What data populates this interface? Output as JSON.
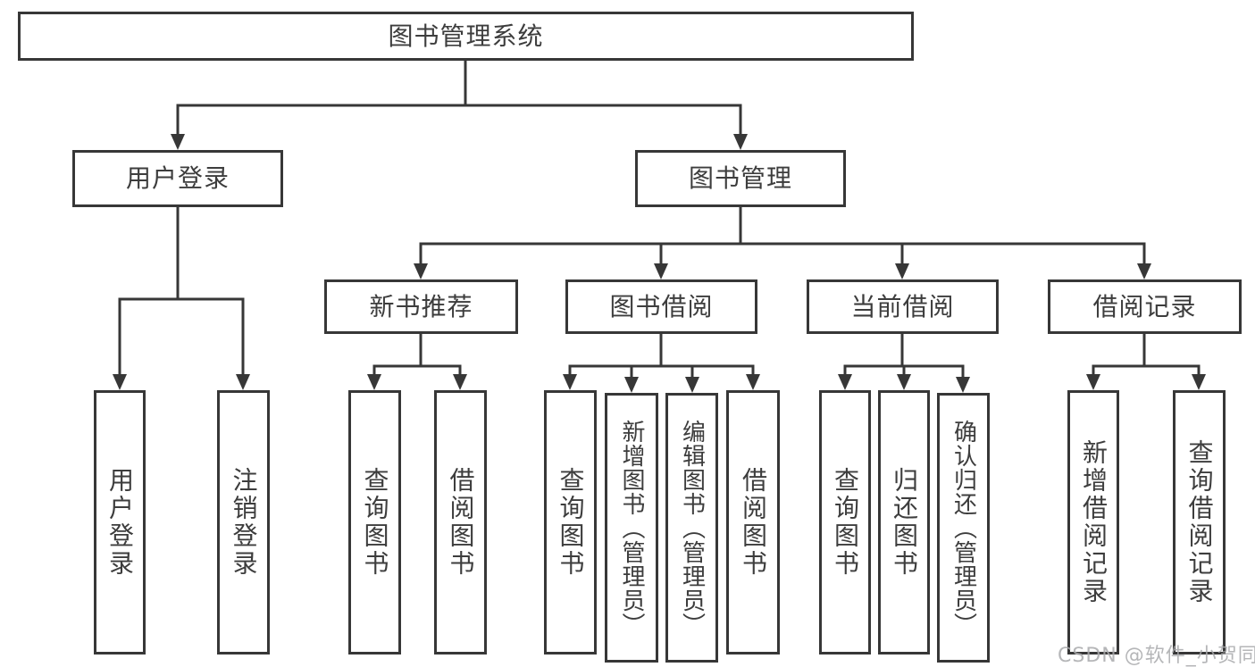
{
  "tree": {
    "root": {
      "label": "图书管理系统"
    },
    "login": {
      "label": "用户登录",
      "children": [
        "用户登录",
        "注销登录"
      ]
    },
    "mgmt": {
      "label": "图书管理",
      "modules": [
        {
          "label": "新书推荐",
          "children": [
            "查询图书",
            "借阅图书"
          ]
        },
        {
          "label": "图书借阅",
          "children": [
            "查询图书",
            "新增图书（管理员）",
            "编辑图书（管理员）",
            "借阅图书"
          ]
        },
        {
          "label": "当前借阅",
          "children": [
            "查询图书",
            "归还图书",
            "确认归还（管理员）"
          ]
        },
        {
          "label": "借阅记录",
          "children": [
            "新增借阅记录",
            "查询借阅记录"
          ]
        }
      ]
    }
  },
  "watermark": {
    "text": "CSDN @软件_小贺同学"
  },
  "colors": {
    "line": "#373737",
    "text": "#3d3d3d",
    "background": "#ffffff",
    "watermark": "#a9aaac"
  }
}
